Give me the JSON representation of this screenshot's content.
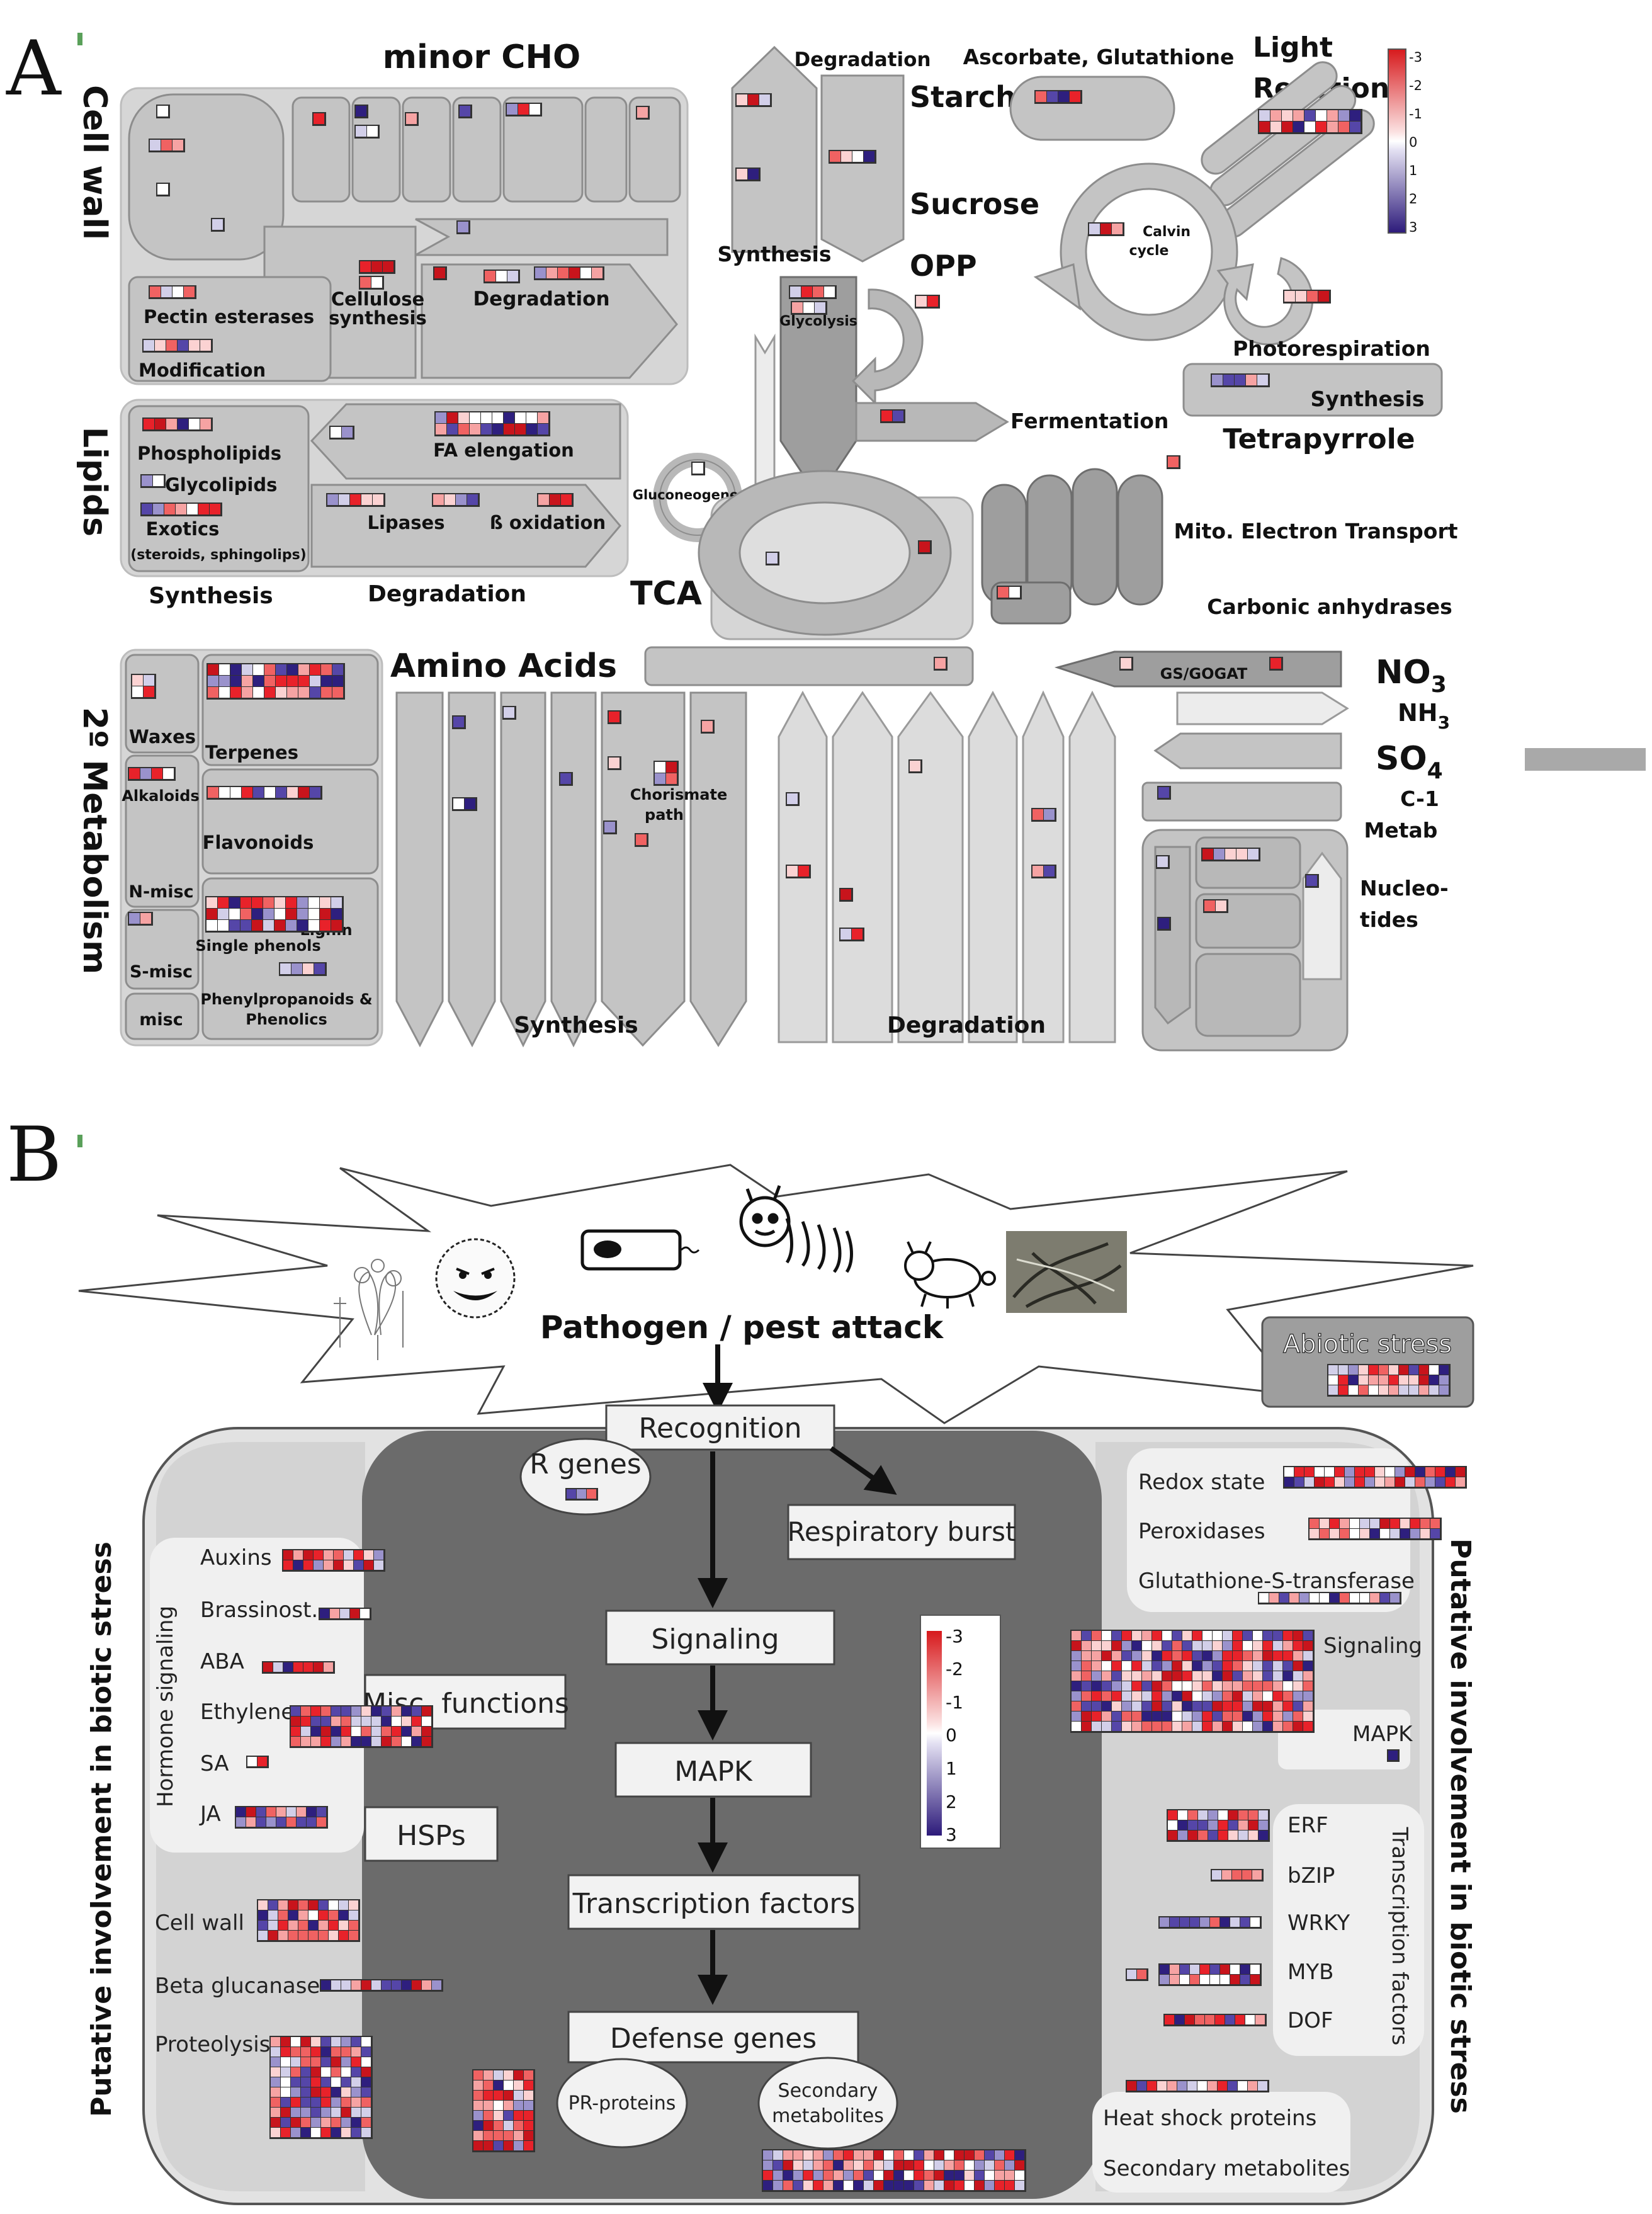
{
  "panel_a": {
    "letter": "A",
    "titles": {
      "minor_cho": "minor CHO",
      "degradation_top": "Degradation",
      "starch": "Starch",
      "sucrose": "Sucrose",
      "synthesis_sugar": "Synthesis",
      "ascorbate": "Ascorbate, Glutathione",
      "light_reactions": [
        "Light",
        "Reactions"
      ],
      "calvin_cycle": [
        "Calvin",
        "cycle"
      ],
      "opp": "OPP",
      "glycolysis": "Glycolysis",
      "fermentation": "Fermentation",
      "photorespiration": "Photorespiration",
      "tetra_synthesis": "Synthesis",
      "tetrapyrrole": "Tetrapyrrole",
      "gluconeogenesis": "Gluconeogenesis",
      "tca": "TCA",
      "mito_et": "Mito. Electron Transport",
      "carbonic": "Carbonic anhydrases",
      "amino_acids": "Amino Acids",
      "gs_gogat": "GS/GOGAT",
      "no3": "NO",
      "no3_sub": "3",
      "nh3": "NH",
      "nh3_sub": "3",
      "so4": "SO",
      "so4_sub": "4",
      "c1": [
        "C-1",
        "Metab"
      ],
      "nucleotides": [
        "Nucleo-",
        "tides"
      ],
      "aa_synthesis": "Synthesis",
      "aa_degradation": "Degradation"
    },
    "cell_wall": {
      "label": "Cell wall",
      "pectin": "Pectin  esterases",
      "modification": "Modification",
      "cellulose": [
        "Cellulose",
        "synthesis"
      ],
      "degradation": "Degradation"
    },
    "lipids": {
      "label": "Lipids",
      "phospholipids": "Phospholipids",
      "glycolipids": "Glycolipids",
      "exotics": "Exotics",
      "exotics_sub": "(steroids, sphingolips)",
      "fa_elongation": "FA elengation",
      "lipases": "Lipases",
      "b_oxidation": "ß oxidation",
      "synthesis": "Synthesis",
      "degradation": "Degradation"
    },
    "secondary": {
      "label": "2º Metabolism",
      "waxes": "Waxes",
      "terpenes": "Terpenes",
      "alkaloids": "Alkaloids",
      "flavonoids": "Flavonoids",
      "n_misc": "N-misc",
      "s_misc": "S-misc",
      "misc": "misc",
      "lignin": "Lignin",
      "single_phenols": "Single phenols",
      "phenylpropanoids": [
        "Phenylpropanoids &",
        "Phenolics"
      ],
      "chorismate": [
        "Chorismate",
        "path"
      ]
    },
    "legend": [
      "-3",
      "-2",
      "-1",
      "0",
      "1",
      "2",
      "3"
    ]
  },
  "panel_b": {
    "letter": "B",
    "attack": "Pathogen / pest attack",
    "abiotic": "Abiotic stress",
    "recognition": "Recognition",
    "r_genes": "R genes",
    "respiratory": "Respiratory burst",
    "signaling": "Signaling",
    "mapk": "MAPK",
    "tf": "Transcription factors",
    "defense": "Defense genes",
    "pr": "PR-proteins",
    "secondary_met": [
      "Secondary",
      "metabolites"
    ],
    "misc_functions": "Misc. functions",
    "hsps": "HSPs",
    "hormone_signaling": "Hormone signaling",
    "hormones": [
      "Auxins",
      "Brassinost.",
      "ABA",
      "Ethylene",
      "SA",
      "JA"
    ],
    "left_items": [
      "Cell wall",
      "Beta glucanase",
      "Proteolysis"
    ],
    "right_top": [
      "Redox state",
      "Peroxidases",
      "Glutathione-S-transferase"
    ],
    "right_signaling": "Signaling",
    "right_mapk": "MAPK",
    "tf_items": [
      "ERF",
      "bZIP",
      "WRKY",
      "MYB",
      "DOF"
    ],
    "tf_label": "Transcription factors",
    "heat_shock": "Heat shock proteins",
    "secondary_metabolites": "Secondary metabolites",
    "left_vertical": "Putative involvement in biotic stress",
    "right_vertical": "Putative involvement in biotic stress",
    "legend": [
      "-3",
      "-2",
      "-1",
      "0",
      "1",
      "2",
      "3"
    ]
  },
  "colors": {
    "box_fill": "#c8c8c8",
    "box_stroke": "#9a9a9a",
    "dark_cell": "#6b6b6b",
    "light_region": "#d9d9d9",
    "neg": "#e8222a",
    "pos": "#3a2a8f"
  }
}
